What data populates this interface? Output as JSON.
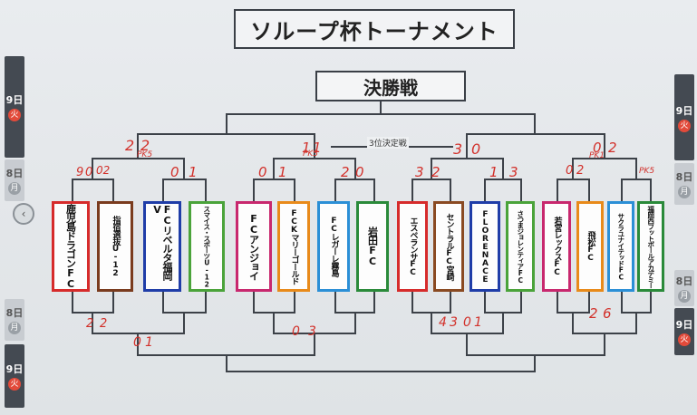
{
  "title": "ソループ杯トーナメント",
  "final_label": "決勝戦",
  "third_place_label": "3位決定戦",
  "side_markers": {
    "left_top": {
      "day": "9日",
      "weekday": "火"
    },
    "left_mid": {
      "day": "8日",
      "weekday": "月"
    },
    "left_low": {
      "day": "8日",
      "weekday": "月"
    },
    "left_bottom": {
      "day": "9日",
      "weekday": "火"
    },
    "right_top": {
      "day": "9日",
      "weekday": "火"
    },
    "right_mid": {
      "day": "8日",
      "weekday": "月"
    },
    "right_low": {
      "day": "8日",
      "weekday": "月"
    },
    "right_bottom": {
      "day": "9日",
      "weekday": "火"
    }
  },
  "teams": [
    {
      "name": "鹿児島ドラゴンFC",
      "color": "#d62b2b"
    },
    {
      "name": "指宿選抜U-12",
      "color": "#7a3b1e"
    },
    {
      "name": "FCリベルタ福岡V",
      "color": "#1f3da8"
    },
    {
      "name": "スマイス・スポーツU-12",
      "color": "#4aa33a"
    },
    {
      "name": "FCアンジョイ",
      "color": "#c8286e"
    },
    {
      "name": "FCKマリーゴールド",
      "color": "#e88a1a"
    },
    {
      "name": "FCレガーレ霧島",
      "color": "#2b8fd6"
    },
    {
      "name": "岩田FC",
      "color": "#2a8a3a"
    },
    {
      "name": "エスペランサFC",
      "color": "#d62b2b"
    },
    {
      "name": "セントラルFC宮崎",
      "color": "#8a4a22"
    },
    {
      "name": "FLORENACE",
      "color": "#1f3da8"
    },
    {
      "name": "さつまジョレンティアFC",
      "color": "#4aa33a"
    },
    {
      "name": "若宮レックスFC",
      "color": "#c8286e"
    },
    {
      "name": "飛松FC",
      "color": "#e88a1a"
    },
    {
      "name": "サクラユナイテッドFC",
      "color": "#2b8fd6"
    },
    {
      "name": "福岡西フットボールアカデミー",
      "color": "#2a8a3a"
    }
  ],
  "scores": [
    {
      "text": "2",
      "id": "s1"
    },
    {
      "text": "2",
      "id": "s2"
    },
    {
      "text": "PK5",
      "id": "s3"
    },
    {
      "text": "1",
      "id": "s4"
    },
    {
      "text": "1",
      "id": "s5"
    },
    {
      "text": "PK3",
      "id": "s6"
    },
    {
      "text": "3",
      "id": "s7"
    },
    {
      "text": "0",
      "id": "s8"
    },
    {
      "text": "0",
      "id": "s9"
    },
    {
      "text": "2",
      "id": "s10"
    },
    {
      "text": "PK1",
      "id": "s11"
    },
    {
      "text": "9",
      "id": "s12"
    },
    {
      "text": "0",
      "id": "s13"
    },
    {
      "text": "02",
      "id": "s14"
    },
    {
      "text": "0",
      "id": "s15"
    },
    {
      "text": "1",
      "id": "s16"
    },
    {
      "text": "0",
      "id": "s17"
    },
    {
      "text": "1",
      "id": "s18"
    },
    {
      "text": "2",
      "id": "s19"
    },
    {
      "text": "0",
      "id": "s20"
    },
    {
      "text": "3",
      "id": "s21"
    },
    {
      "text": "2",
      "id": "s22"
    },
    {
      "text": "1",
      "id": "s23"
    },
    {
      "text": "3",
      "id": "s24"
    },
    {
      "text": "0",
      "id": "s25"
    },
    {
      "text": "2",
      "id": "s26"
    },
    {
      "text": "PK5",
      "id": "s27"
    },
    {
      "text": "2",
      "id": "s28"
    },
    {
      "text": "2",
      "id": "s29"
    },
    {
      "text": "0",
      "id": "s30"
    },
    {
      "text": "1",
      "id": "s31"
    },
    {
      "text": "0",
      "id": "s32"
    },
    {
      "text": "3",
      "id": "s33"
    },
    {
      "text": "4",
      "id": "s34"
    },
    {
      "text": "3",
      "id": "s35"
    },
    {
      "text": "0",
      "id": "s36"
    },
    {
      "text": "1",
      "id": "s37"
    },
    {
      "text": "2",
      "id": "s38"
    },
    {
      "text": "6",
      "id": "s39"
    }
  ],
  "colors": {
    "score_red": "#d2312b",
    "frame": "#3a3f46"
  }
}
